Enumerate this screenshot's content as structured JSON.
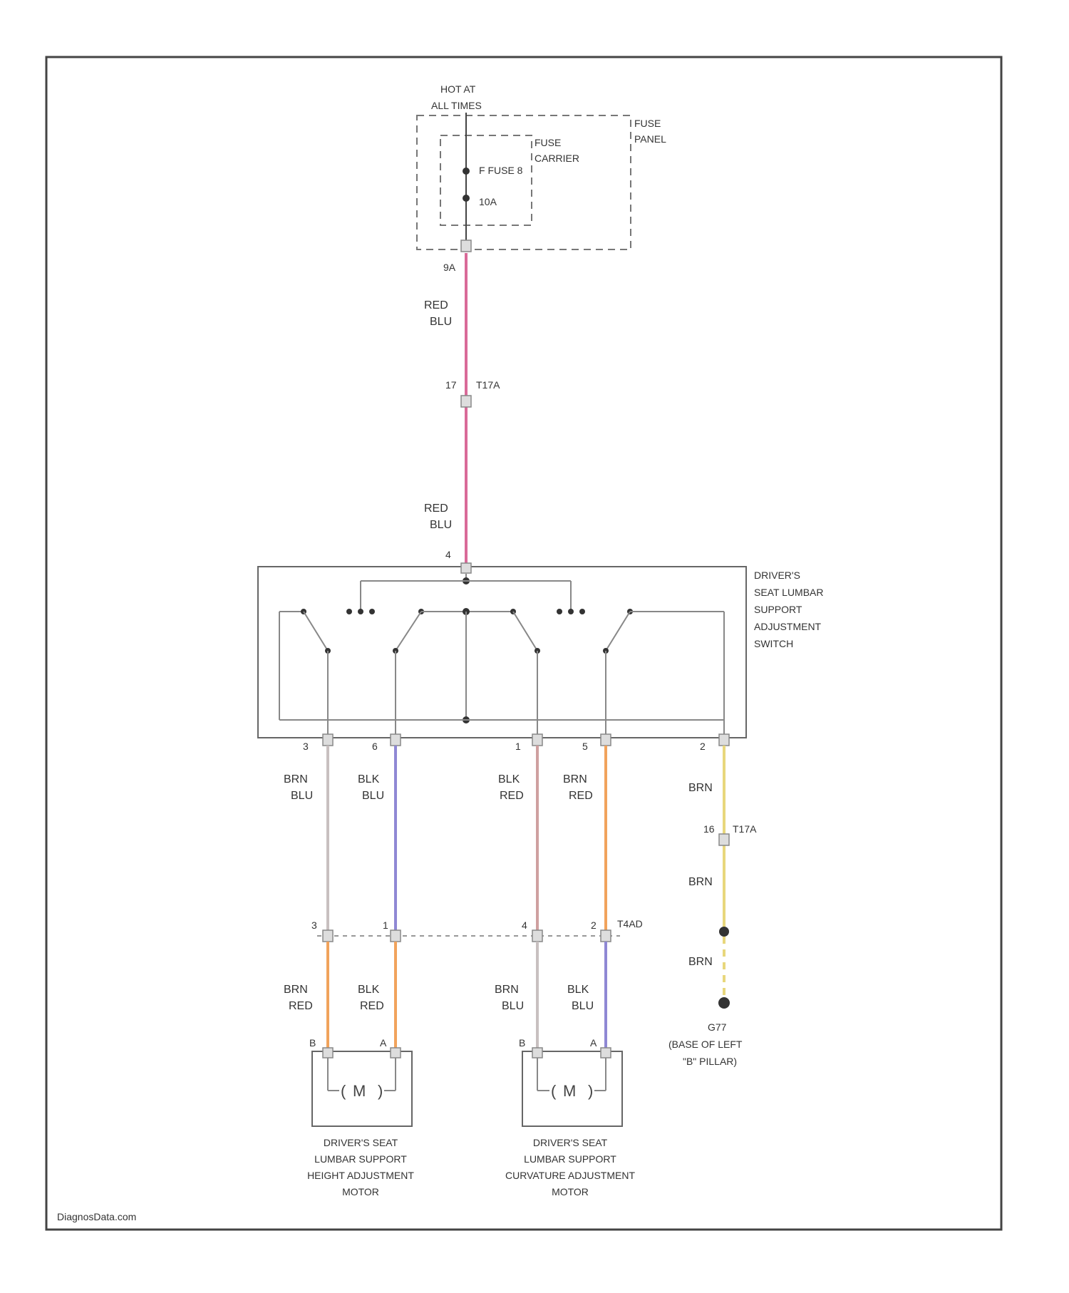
{
  "power": {
    "hot_line1": "HOT AT",
    "hot_line2": "ALL TIMES",
    "fuse_panel_line1": "FUSE",
    "fuse_panel_line2": "PANEL",
    "fuse_carrier_line1": "FUSE",
    "fuse_carrier_line2": "CARRIER",
    "fuse_name": "F FUSE 8",
    "fuse_rating": "10A",
    "panel_pin": "9A"
  },
  "wires": {
    "feed_upper": [
      "RED",
      "BLU"
    ],
    "feed_lower": [
      "RED",
      "BLU"
    ],
    "sw_out_1": [
      "BRN",
      "BLU"
    ],
    "sw_out_2": [
      "BLK",
      "BLU"
    ],
    "sw_out_3": [
      "BLK",
      "RED"
    ],
    "sw_out_4": [
      "BRN",
      "RED"
    ],
    "ground_1": "BRN",
    "ground_2": "BRN",
    "ground_3": "BRN",
    "m1_a": [
      "BRN",
      "RED"
    ],
    "m1_b": [
      "BLK",
      "RED"
    ],
    "m2_a": [
      "BRN",
      "BLU"
    ],
    "m2_b": [
      "BLK",
      "BLU"
    ]
  },
  "connectors": {
    "inline_1": "T17A",
    "inline_1_pin": "17",
    "inline_2": "T17A",
    "inline_2_pin": "16",
    "motor_conn": "T4AD",
    "switch_in_pin": "4",
    "switch_pins": [
      "3",
      "6",
      "1",
      "5",
      "2"
    ],
    "motor_conn_pins": [
      "3",
      "1",
      "4",
      "2"
    ],
    "motor1_pins": [
      "B",
      "A"
    ],
    "motor2_pins": [
      "B",
      "A"
    ]
  },
  "switch": {
    "label": [
      "DRIVER'S",
      "SEAT LUMBAR",
      "SUPPORT",
      "ADJUSTMENT",
      "SWITCH"
    ]
  },
  "motors": {
    "symbol": "M",
    "motor1_label": [
      "DRIVER'S SEAT",
      "LUMBAR SUPPORT",
      "HEIGHT ADJUSTMENT",
      "MOTOR"
    ],
    "motor2_label": [
      "DRIVER'S SEAT",
      "LUMBAR SUPPORT",
      "CURVATURE ADJUSTMENT",
      "MOTOR"
    ]
  },
  "ground": {
    "label": [
      "G77",
      "(BASE OF LEFT",
      "\"B\" PILLAR)"
    ]
  },
  "footer": {
    "watermark": "DiagnosData.com"
  },
  "colors": {
    "red_blu": "#d96a98",
    "brn_blu": "#c8c0c0",
    "blk_blu": "#8f88d4",
    "blk_red": "#cfa0a0",
    "brn_red": "#f1a35c",
    "brn": "#e8d77c",
    "blu": "#8f88d4"
  }
}
